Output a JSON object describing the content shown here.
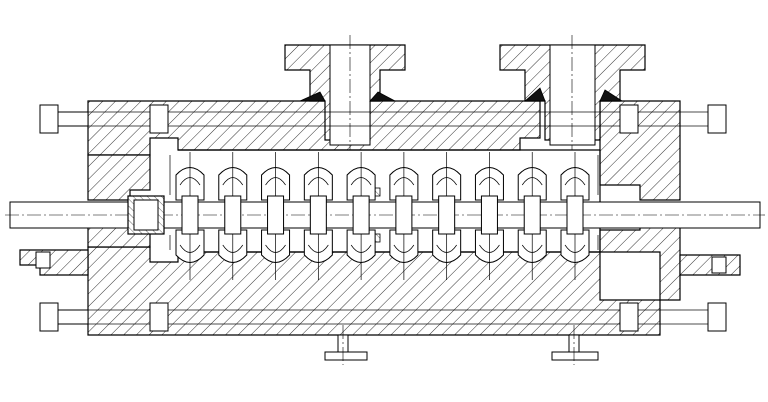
{
  "diagram": {
    "kind": "multistage-centrifugal-pump-cross-section",
    "stage_count": 10,
    "nozzles": [
      "suction-nozzle",
      "discharge-nozzle"
    ],
    "tie_bolt_rows": 2,
    "support_feet": 2,
    "colors": {
      "line": "#000000",
      "fill": "#111111",
      "background": "#ffffff"
    }
  }
}
